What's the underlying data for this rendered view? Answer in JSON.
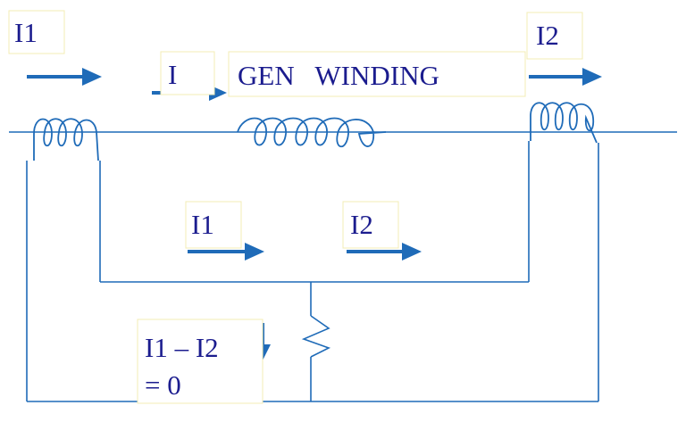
{
  "labels": {
    "i1_top": "I1",
    "i_top": "I",
    "gen_winding": "GEN   WINDING",
    "i2_top": "I2",
    "i1_mid": "I1",
    "i2_mid": "I2",
    "diff_line1": "I1 – I2",
    "diff_line2": "= 0"
  },
  "colors": {
    "wire": "#1f6bb8",
    "arrow": "#1f6bb8",
    "text": "#1b1c8e",
    "label_box_border": "#f3ecb4"
  }
}
